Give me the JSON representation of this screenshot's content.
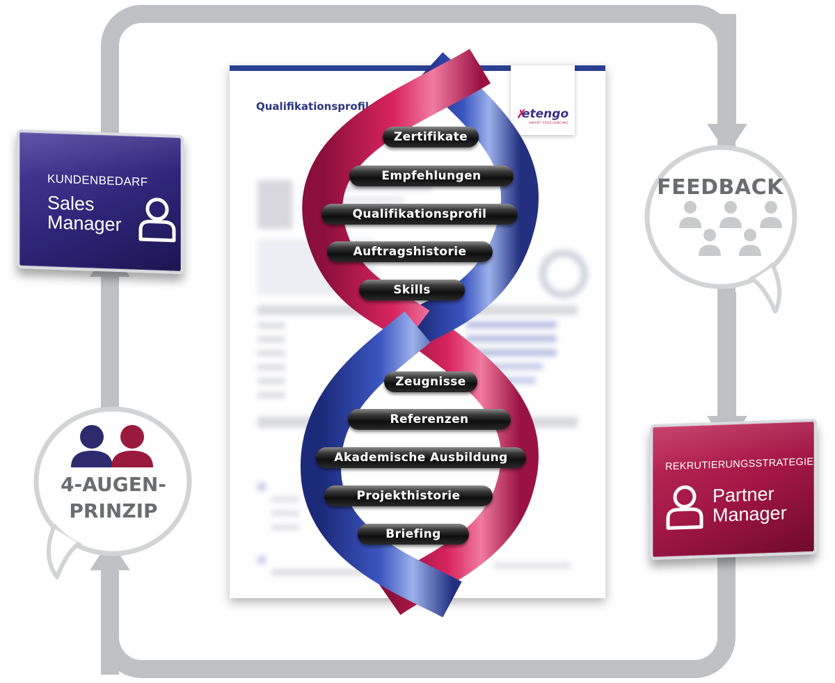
{
  "document": {
    "title": "Qualifikationsprofil",
    "logo": "etengo",
    "logo_tagline": "SMART FREELANCING"
  },
  "rungs": [
    "Zertifikate",
    "Empfehlungen",
    "Qualifikationsprofil",
    "Auftragshistorie",
    "Skills",
    "Zeugnisse",
    "Referenzen",
    "Akademische Ausbildung",
    "Projekthistorie",
    "Briefing"
  ],
  "sales_sign": {
    "caption": "KUNDENBEDARF",
    "role_line1": "Sales",
    "role_line2": "Manager",
    "icon": "person-outline-icon"
  },
  "partner_sign": {
    "caption": "REKRUTIERUNGSSTRATEGIE",
    "role_line1": "Partner",
    "role_line2": "Manager",
    "icon": "person-outline-icon"
  },
  "feedback_bubble": {
    "title": "FEEDBACK",
    "icon": "group-of-people-icon",
    "people_count": 5
  },
  "augen_bubble": {
    "line1": "4-AUGEN-",
    "line2": "PRINZIP",
    "icon": "two-people-icon"
  },
  "colors": {
    "loop": "#bfc1c4",
    "navy": "#2e2578",
    "crimson": "#a01644",
    "helix_blue": "#2a3f9f",
    "helix_red": "#c21c52",
    "bubble_icon": "#c9cacc",
    "text_gray": "#6a6c70"
  }
}
